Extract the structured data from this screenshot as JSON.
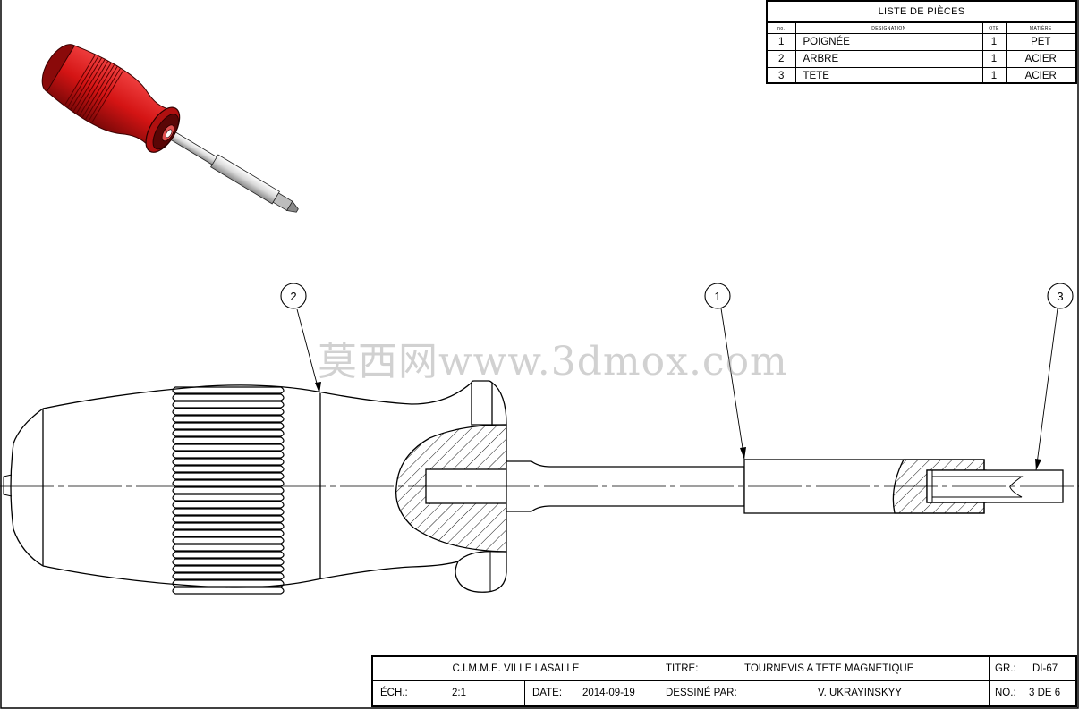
{
  "parts_list": {
    "title": "LISTE DE PIÈCES",
    "headers": {
      "no": "no.",
      "designation": "DESIGNATION",
      "qty": "QTE",
      "material": "MATIÈRE"
    },
    "rows": [
      {
        "no": "1",
        "designation": "POIGNÉE",
        "qty": "1",
        "material": "PET"
      },
      {
        "no": "2",
        "designation": "ARBRE",
        "qty": "1",
        "material": "ACIER"
      },
      {
        "no": "3",
        "designation": "TETE",
        "qty": "1",
        "material": "ACIER"
      }
    ]
  },
  "balloons": {
    "b1": "1",
    "b2": "2",
    "b3": "3"
  },
  "watermark": "莫西网www.3dmox.com",
  "title_block": {
    "organization": "C.I.M.M.E. VILLE  LASALLE",
    "title_label": "TITRE:",
    "title_value": "TOURNEVIS A TETE MAGNETIQUE",
    "group_label": "GR.:",
    "group_value": "DI-67",
    "scale_label": "ÉCH.:",
    "scale_value": "2:1",
    "date_label": "DATE:",
    "date_value": "2014-09-19",
    "drawn_label": "DESSINÉ PAR:",
    "drawn_value": "V. UKRAYINSKYY",
    "sheet_label": "NO.:",
    "sheet_value": "3 DE 6"
  },
  "colors": {
    "handle_red": "#d41414",
    "handle_dark": "#6a0606",
    "line": "#000000"
  }
}
